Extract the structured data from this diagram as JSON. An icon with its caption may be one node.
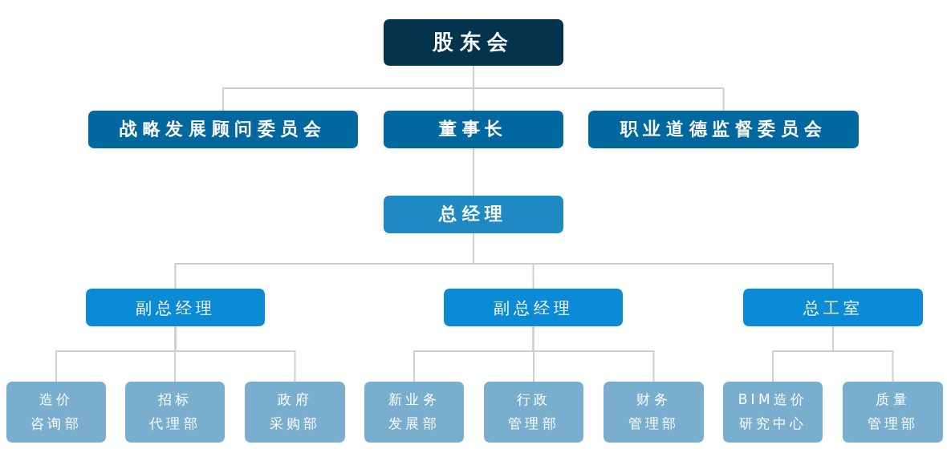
{
  "diagram": {
    "nodes": [
      {
        "text": [
          "股东会"
        ]
      },
      {
        "text": [
          "战略发展顾问委员会"
        ]
      },
      {
        "text": [
          "董事长"
        ]
      },
      {
        "text": [
          "职业道德监督委员会"
        ]
      },
      {
        "text": [
          "总经理"
        ]
      },
      {
        "text": [
          "副总经理"
        ]
      },
      {
        "text": [
          "副总经理"
        ]
      },
      {
        "text": [
          "总工室"
        ]
      },
      {
        "text": [
          "造价咨询部"
        ]
      },
      {
        "text": [
          "招标代理部"
        ]
      },
      {
        "text": [
          "政府采购部"
        ]
      },
      {
        "text": [
          "新业务发展部"
        ]
      },
      {
        "text": [
          "行政管理部"
        ]
      },
      {
        "text": [
          "财务管理部"
        ]
      },
      {
        "text": [
          "BIM造价研究中心"
        ]
      },
      {
        "text": [
          "质量管理部"
        ]
      }
    ],
    "edges": [
      {
        "from": 0,
        "to": 1,
        "arrow": "none"
      },
      {
        "from": 0,
        "to": 2,
        "arrow": "none"
      },
      {
        "from": 0,
        "to": 3,
        "arrow": "none"
      },
      {
        "from": 2,
        "to": 4,
        "arrow": "none"
      },
      {
        "from": 4,
        "to": 5,
        "arrow": "none"
      },
      {
        "from": 4,
        "to": 6,
        "arrow": "none"
      },
      {
        "from": 4,
        "to": 7,
        "arrow": "none"
      },
      {
        "from": 5,
        "to": 8,
        "arrow": "none"
      },
      {
        "from": 5,
        "to": 9,
        "arrow": "none"
      },
      {
        "from": 5,
        "to": 10,
        "arrow": "none"
      },
      {
        "from": 6,
        "to": 11,
        "arrow": "none"
      },
      {
        "from": 6,
        "to": 12,
        "arrow": "none"
      },
      {
        "from": 6,
        "to": 13,
        "arrow": "none"
      },
      {
        "from": 7,
        "to": 14,
        "arrow": "none"
      },
      {
        "from": 7,
        "to": 15,
        "arrow": "none"
      }
    ]
  }
}
